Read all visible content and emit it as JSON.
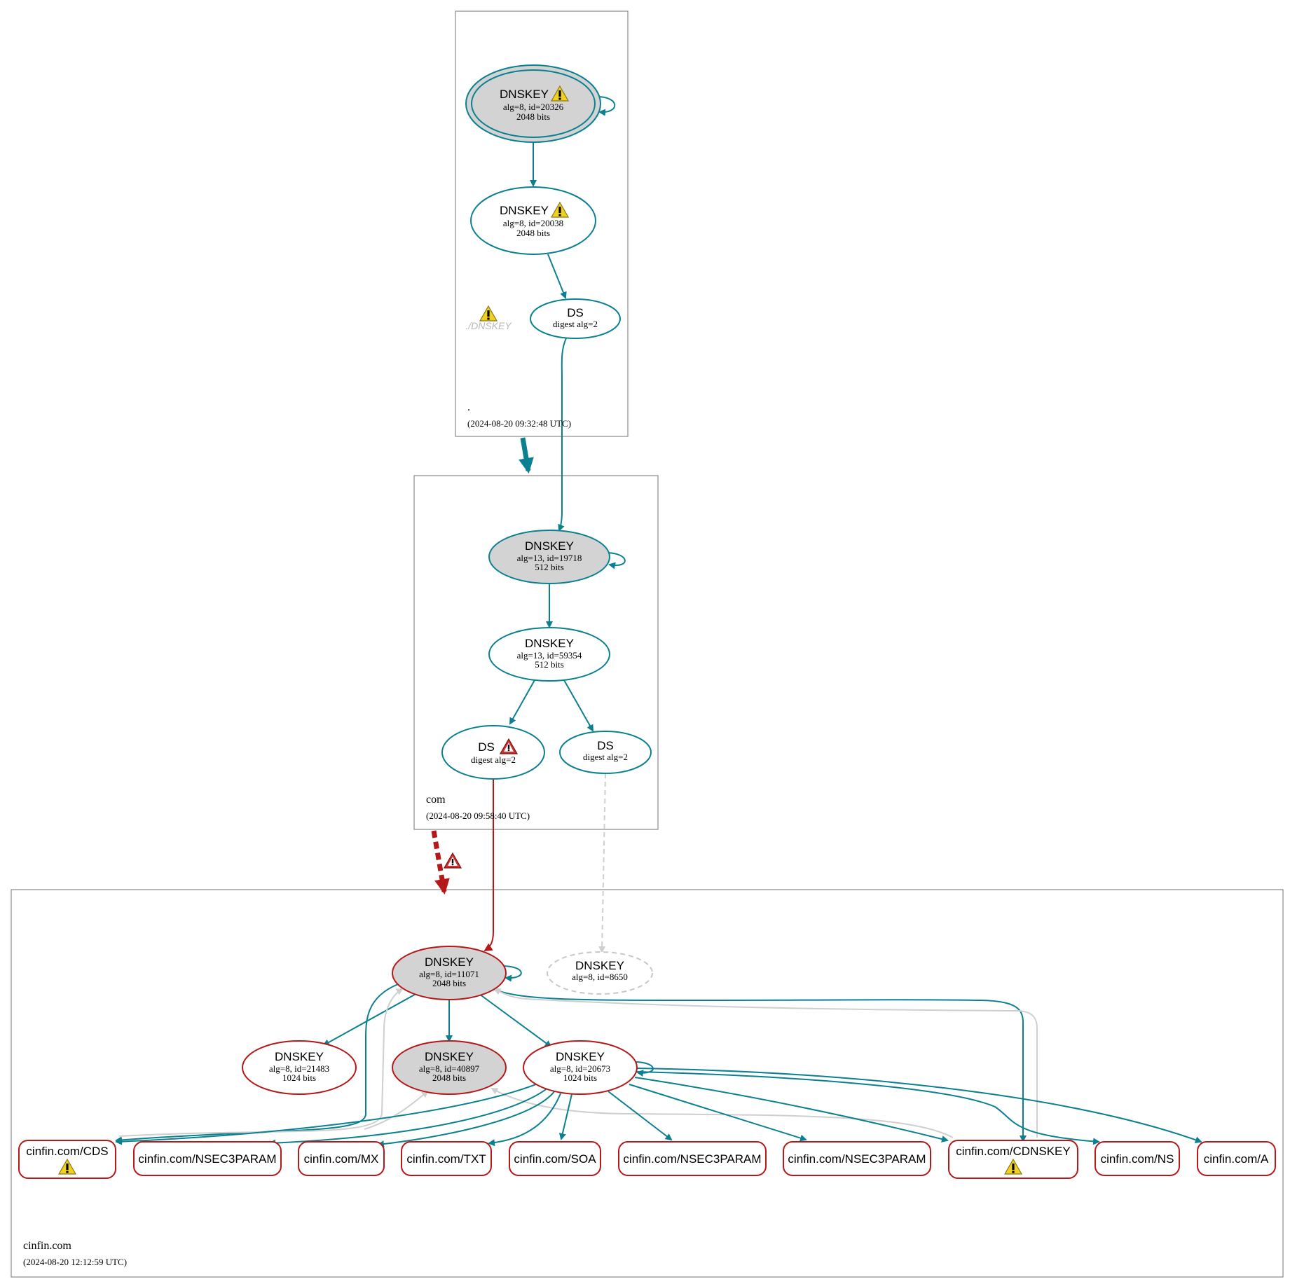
{
  "zones": {
    "root": {
      "name": ".",
      "date": "(2024-08-20 09:32:48 UTC)",
      "ghost_label": "./DNSKEY",
      "nodes": {
        "ksk": {
          "title": "DNSKEY",
          "line1": "alg=8, id=20326",
          "line2": "2048 bits"
        },
        "zsk": {
          "title": "DNSKEY",
          "line1": "alg=8, id=20038",
          "line2": "2048 bits"
        },
        "ds": {
          "title": "DS",
          "line1": "digest alg=2"
        }
      }
    },
    "com": {
      "name": "com",
      "date": "(2024-08-20 09:58:40 UTC)",
      "nodes": {
        "ksk": {
          "title": "DNSKEY",
          "line1": "alg=13, id=19718",
          "line2": "512 bits"
        },
        "zsk": {
          "title": "DNSKEY",
          "line1": "alg=13, id=59354",
          "line2": "512 bits"
        },
        "ds1": {
          "title": "DS",
          "line1": "digest alg=2"
        },
        "ds2": {
          "title": "DS",
          "line1": "digest alg=2"
        }
      }
    },
    "cinfin": {
      "name": "cinfin.com",
      "date": "(2024-08-20 12:12:59 UTC)",
      "nodes": {
        "k11071": {
          "title": "DNSKEY",
          "line1": "alg=8, id=11071",
          "line2": "2048 bits"
        },
        "k8650": {
          "title": "DNSKEY",
          "line1": "alg=8, id=8650"
        },
        "k21483": {
          "title": "DNSKEY",
          "line1": "alg=8, id=21483",
          "line2": "1024 bits"
        },
        "k40897": {
          "title": "DNSKEY",
          "line1": "alg=8, id=40897",
          "line2": "2048 bits"
        },
        "k20673": {
          "title": "DNSKEY",
          "line1": "alg=8, id=20673",
          "line2": "1024 bits"
        }
      },
      "rrsets": {
        "cds": "cinfin.com/CDS",
        "nsec3param1": "cinfin.com/NSEC3PARAM",
        "mx": "cinfin.com/MX",
        "txt": "cinfin.com/TXT",
        "soa": "cinfin.com/SOA",
        "nsec3param2": "cinfin.com/NSEC3PARAM",
        "nsec3param3": "cinfin.com/NSEC3PARAM",
        "cdnskey": "cinfin.com/CDNSKEY",
        "ns": "cinfin.com/NS",
        "a": "cinfin.com/A"
      }
    }
  },
  "colors": {
    "secure": "#0a8090",
    "bogus": "#b41818",
    "insecure": "#cfcfcf",
    "warning": "#f0d020",
    "error": "#c0282a",
    "ksk_fill": "#d3d3d3"
  }
}
